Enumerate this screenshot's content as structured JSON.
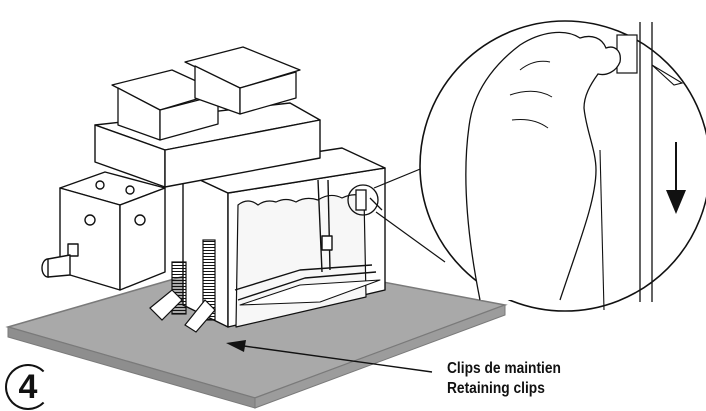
{
  "step_number": "4",
  "callout": {
    "label_fr": "Clips de maintien",
    "label_en": "Retaining clips"
  },
  "colors": {
    "line": "#111111",
    "floor": "#a8a8a8",
    "floor_edge": "#7a7a7a",
    "background": "#ffffff"
  }
}
